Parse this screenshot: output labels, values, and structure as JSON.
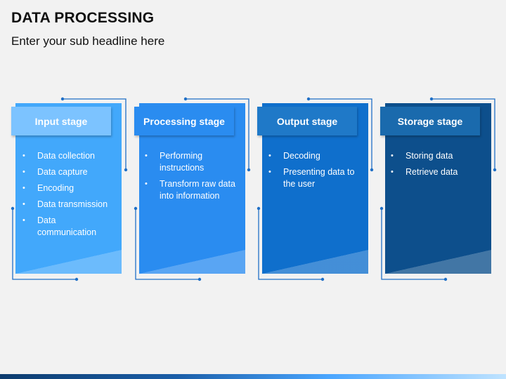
{
  "title": "DATA PROCESSING",
  "subtitle": "Enter your sub headline here",
  "colors": {
    "stage1": "#42a8fb",
    "stage1_header": "#7cc3ff",
    "stage2": "#2a8cf0",
    "stage2_header": "#2a8cf0",
    "stage3": "#0f6fcc",
    "stage3_header": "#1f79c8",
    "stage4": "#0d4f8c",
    "stage4_header": "#1a6aad",
    "connector": "#1f6fc6"
  },
  "stages": [
    {
      "title": "Input stage",
      "items": [
        "Data collection",
        "Data capture",
        "Encoding",
        "Data transmission",
        "Data communication"
      ]
    },
    {
      "title": "Processing stage",
      "items": [
        "Performing instructions",
        "Transform raw data into information"
      ]
    },
    {
      "title": "Output stage",
      "items": [
        "Decoding",
        "Presenting data to the user"
      ]
    },
    {
      "title": "Storage stage",
      "items": [
        "Storing data",
        "Retrieve data"
      ]
    }
  ]
}
